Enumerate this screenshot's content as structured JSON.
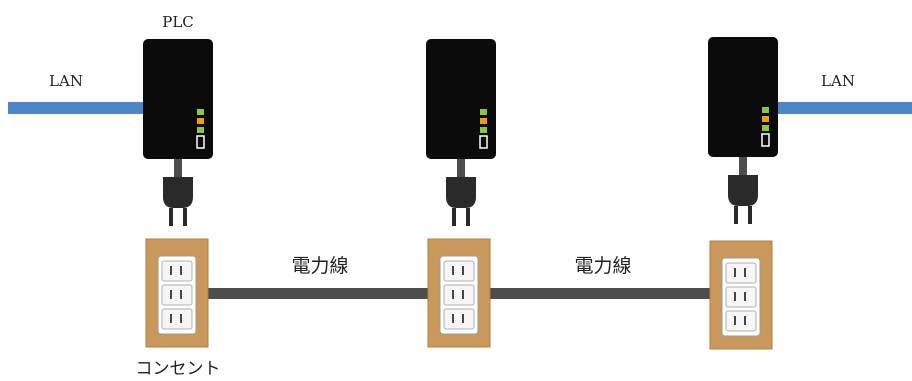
{
  "labels": {
    "device": "PLC",
    "lan_left": "LAN",
    "lan_right": "LAN",
    "power_line_1": "電力線",
    "power_line_2": "電力線",
    "outlet": "コンセント"
  },
  "colors": {
    "lan_cable": "#4a86c8",
    "power_cable": "#4d4d4d",
    "device_body": "#0b0b0b",
    "led_green": "#8dc63f",
    "led_orange": "#f39c12",
    "outlet_frame": "#c8995a",
    "outlet_face": "#ffffff"
  },
  "icons": {
    "device": "plc-adapter-icon",
    "plug": "power-plug-icon",
    "outlet": "wall-outlet-icon"
  }
}
